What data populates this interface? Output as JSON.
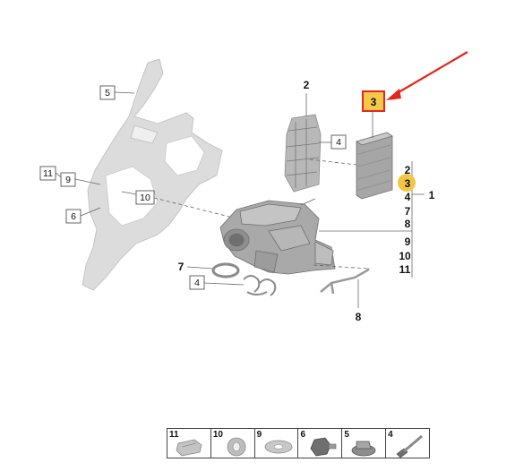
{
  "diagram": {
    "labels": {
      "frame_5": "5",
      "frame_11": "11",
      "frame_9": "9",
      "frame_6": "6",
      "frame_10": "10",
      "filter_housing_2": "2",
      "filter_housing_4": "4",
      "element_3": "3",
      "part_7": "7",
      "part_4_clamp": "4",
      "part_8": "8"
    },
    "legend_column": [
      "2",
      "3",
      "4",
      "7",
      "8",
      "9",
      "10",
      "11"
    ],
    "legend_group_label": "1",
    "highlighted_label": "3",
    "colors": {
      "arrow": "#e3261c",
      "highlight_box": "#f6c84a",
      "highlight_circle": "#f2c644",
      "part_grey": "#a9a9a9"
    }
  },
  "parts_strip": [
    {
      "label": "11",
      "icon": "clip-icon"
    },
    {
      "label": "10",
      "icon": "grommet-icon"
    },
    {
      "label": "9",
      "icon": "washer-icon"
    },
    {
      "label": "6",
      "icon": "hex-nut-icon"
    },
    {
      "label": "5",
      "icon": "flange-nut-icon"
    },
    {
      "label": "4",
      "icon": "bolt-icon"
    }
  ]
}
